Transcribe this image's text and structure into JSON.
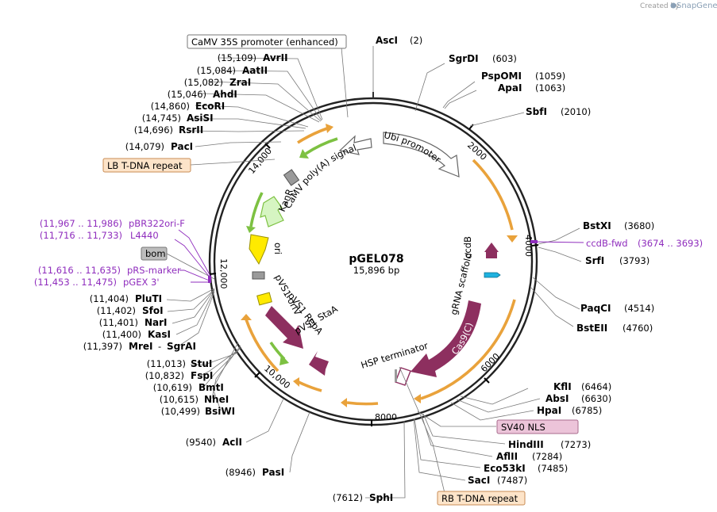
{
  "branding": {
    "credit": "Created by",
    "brand": "SnapGene"
  },
  "plasmid": {
    "name": "pGEL078",
    "length_label": "15,896 bp"
  },
  "ticks": [
    "2000",
    "4000",
    "6000",
    "8000",
    "10,000",
    "12,000",
    "14,000"
  ],
  "sites": {
    "asci": {
      "name": "AscI",
      "pos": "(2)"
    },
    "sgrdi": {
      "name": "SgrDI",
      "pos": "(603)"
    },
    "pspomi": {
      "name": "PspOMI",
      "pos": "(1059)"
    },
    "apai": {
      "name": "ApaI",
      "pos": "(1063)"
    },
    "sbfi": {
      "name": "SbfI",
      "pos": "(2010)"
    },
    "bstxi": {
      "name": "BstXI",
      "pos": "(3680)"
    },
    "srfi": {
      "name": "SrfI",
      "pos": "(3793)"
    },
    "paqci": {
      "name": "PaqCI",
      "pos": "(4514)"
    },
    "bsteii": {
      "name": "BstEII",
      "pos": "(4760)"
    },
    "kfli": {
      "name": "KflI",
      "pos": "(6464)"
    },
    "absi": {
      "name": "AbsI",
      "pos": "(6630)"
    },
    "hpai": {
      "name": "HpaI",
      "pos": "(6785)"
    },
    "hindiii": {
      "name": "HindIII",
      "pos": "(7273)"
    },
    "aflii": {
      "name": "AflII",
      "pos": "(7284)"
    },
    "eco53ki": {
      "name": "Eco53kI",
      "pos": "(7485)"
    },
    "saci": {
      "name": "SacI",
      "pos": "(7487)"
    },
    "sphi": {
      "name": "SphI",
      "pos": "(7612)"
    },
    "pasi": {
      "name": "PasI",
      "pos": "(8946)"
    },
    "acli": {
      "name": "AclI",
      "pos": "(9540)"
    },
    "bsiwi": {
      "name": "BsiWI",
      "pos": "(10,499)"
    },
    "nhei": {
      "name": "NheI",
      "pos": "(10,615)"
    },
    "bmti": {
      "name": "BmtI",
      "pos": "(10,619)"
    },
    "fspi": {
      "name": "FspI",
      "pos": "(10,832)"
    },
    "stui": {
      "name": "StuI",
      "pos": "(11,013)"
    },
    "mrei": {
      "name": "MreI",
      "pos": "(11,397)"
    },
    "sgrai": {
      "name": "SgrAI",
      "sep": "-"
    },
    "kasi": {
      "name": "KasI",
      "pos": "(11,400)"
    },
    "nari": {
      "name": "NarI",
      "pos": "(11,401)"
    },
    "sfoi": {
      "name": "SfoI",
      "pos": "(11,402)"
    },
    "pluti": {
      "name": "PluTI",
      "pos": "(11,404)"
    },
    "paci": {
      "name": "PacI",
      "pos": "(14,079)"
    },
    "rsrii": {
      "name": "RsrII",
      "pos": "(14,696)"
    },
    "asisi": {
      "name": "AsiSI",
      "pos": "(14,745)"
    },
    "ecori": {
      "name": "EcoRI",
      "pos": "(14,860)"
    },
    "ahdi": {
      "name": "AhdI",
      "pos": "(15,046)"
    },
    "zrai": {
      "name": "ZraI",
      "pos": "(15,082)"
    },
    "aatii": {
      "name": "AatII",
      "pos": "(15,084)"
    },
    "avrii": {
      "name": "AvrII",
      "pos": "(15,109)"
    }
  },
  "primers": {
    "ccdb_fwd": {
      "name": "ccdB-fwd",
      "range": "(3674 .. 3693)"
    },
    "pbr322ori_f": {
      "name": "pBR322ori-F",
      "range": "(11,967 .. 11,986)"
    },
    "l4440": {
      "name": "L4440",
      "range": "(11,716 .. 11,733)"
    },
    "prs_marker": {
      "name": "pRS-marker",
      "range": "(11,616 .. 11,635)"
    },
    "pgex3": {
      "name": "pGEX 3'",
      "range": "(11,453 .. 11,475)"
    }
  },
  "boxed_features": {
    "camv35s": "CaMV 35S promoter (enhanced)",
    "lb_tdna": "LB T-DNA repeat",
    "rb_tdna": "RB T-DNA repeat",
    "sv40_nls": "SV40 NLS",
    "bom": "bom"
  },
  "features": {
    "ubi_promoter": "Ubi promoter",
    "camv_polya": "CaMV poly(A) signal",
    "kanr": "KanR",
    "ori": "ori",
    "ccdb": "ccdB",
    "grna_scaffold": "gRNA scaffold",
    "cas9c": "Cas9(C)",
    "hsp_terminator": "HSP terminator",
    "pvs1_repa": "pVS1 RepA",
    "pvs1_oriv": "pVS1 oriV",
    "pvs1_staa": "pVS1 StaA"
  },
  "colors": {
    "cds_purple": "#8d2f5f",
    "orf_gold": "#e9a23b",
    "marker_green": "#7dc142",
    "ori_yellow": "#ffea00",
    "kanr_light": "#d6f5c2",
    "ccdb_bar": "#1fb2df",
    "primer_purple": "#8f2dbd",
    "lb_box": "#fde4c9",
    "sv40_box": "#ecc4d9",
    "bom_box": "#bdbdbd"
  }
}
